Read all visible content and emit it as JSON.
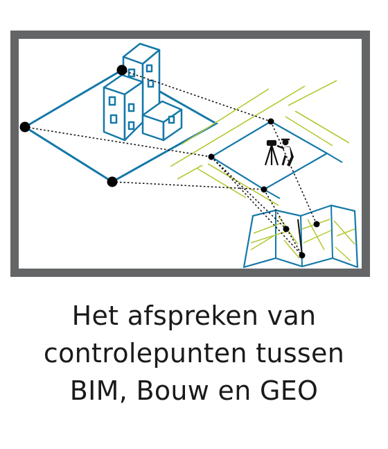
{
  "caption": {
    "line1": "Het afspreken van",
    "line2": "controlepunten tussen",
    "line3": "BIM, Bouw en GEO"
  },
  "colors": {
    "frame": "#636567",
    "blueprint": "#1478a8",
    "road": "#b4c832",
    "dots": "#000000",
    "text": "#1a1a1a"
  },
  "icons": {
    "building": "building-icon",
    "surveyor": "surveyor-with-total-station-icon",
    "map": "folded-map-icon"
  }
}
